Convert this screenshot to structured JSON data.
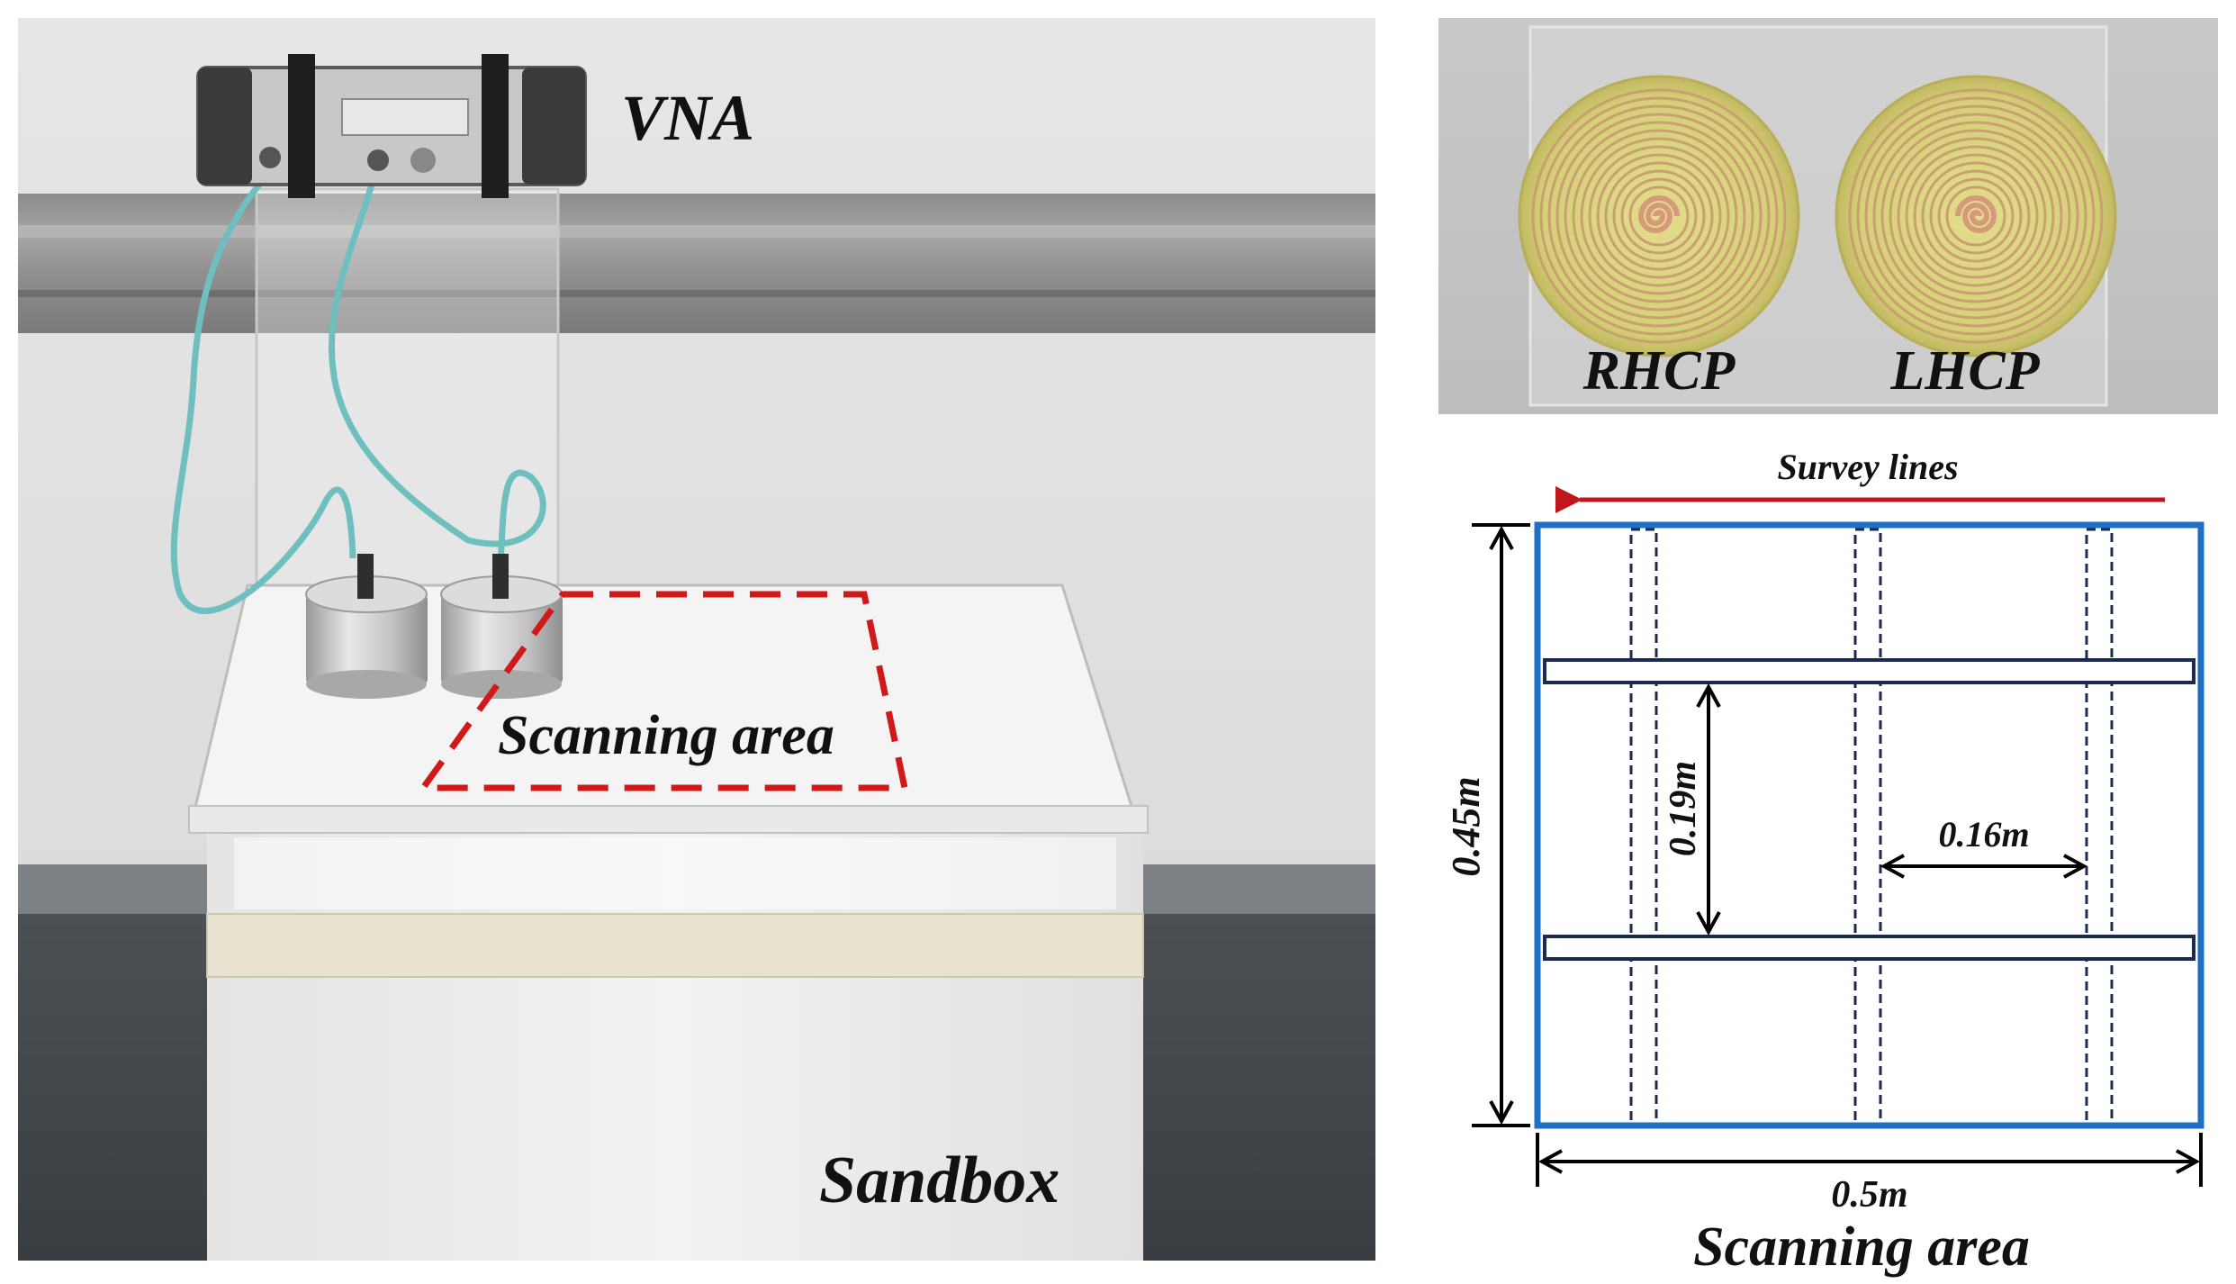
{
  "photo": {
    "vna_label": "VNA",
    "scanning_area_label": "Scanning area",
    "sandbox_label": "Sandbox"
  },
  "antennas": {
    "left_label": "RHCP",
    "right_label": "LHCP"
  },
  "schematic": {
    "survey_label": "Survey lines",
    "height_label": "0.45m",
    "spacing_label": "0.19m",
    "gap_label": "0.16m",
    "width_label": "0.5m",
    "caption": "Scanning area"
  },
  "colors": {
    "frame_blue": "#1f6fc4",
    "survey_arrow_red": "#c0161c",
    "dashed_red": "#d01a1a",
    "pipe_navy": "#1a2a50",
    "antenna_board": "#d9d57e",
    "antenna_trace": "#c9a070"
  }
}
